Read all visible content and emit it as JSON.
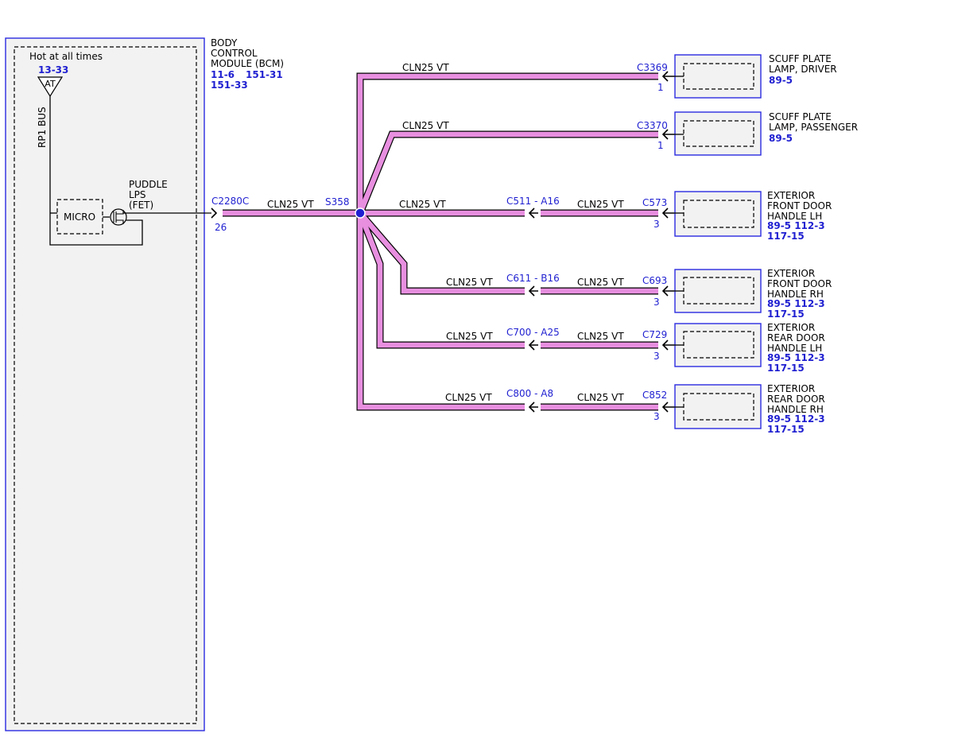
{
  "module": {
    "power_label": "Hot at all times",
    "power_ref": "13-33",
    "at_symbol": "AT",
    "bus_label": "RP1 BUS",
    "micro_label": "MICRO",
    "output_label": [
      "PUDDLE",
      "LPS",
      "(FET)"
    ],
    "name": [
      "BODY",
      "CONTROL",
      "MODULE (BCM)"
    ],
    "refs": [
      "11-6",
      "151-31",
      "151-33"
    ],
    "connector": "C2280C",
    "pin": "26"
  },
  "splice": {
    "name": "S358",
    "wire": "CLN25  VT"
  },
  "branches": [
    {
      "wire_left": "CLN25  VT",
      "inline_connector": "",
      "wire_right": "",
      "end_connector": "C3369",
      "pin": "1",
      "component": [
        "SCUFF PLATE",
        "LAMP, DRIVER"
      ],
      "refs": [
        "89-5"
      ]
    },
    {
      "wire_left": "CLN25  VT",
      "inline_connector": "",
      "wire_right": "",
      "end_connector": "C3370",
      "pin": "1",
      "component": [
        "SCUFF PLATE",
        "LAMP, PASSENGER"
      ],
      "refs": [
        "89-5"
      ]
    },
    {
      "wire_left": "CLN25  VT",
      "inline_connector": "C511 - A16",
      "wire_right": "CLN25  VT",
      "end_connector": "C573",
      "pin": "3",
      "component": [
        "EXTERIOR",
        "FRONT DOOR",
        "HANDLE LH"
      ],
      "refs": [
        "89-5  112-3",
        "117-15"
      ]
    },
    {
      "wire_left": "CLN25  VT",
      "inline_connector": "C611 - B16",
      "wire_right": "CLN25  VT",
      "end_connector": "C693",
      "pin": "3",
      "component": [
        "EXTERIOR",
        "FRONT DOOR",
        "HANDLE RH"
      ],
      "refs": [
        "89-5  112-3",
        "117-15"
      ]
    },
    {
      "wire_left": "CLN25  VT",
      "inline_connector": "C700 - A25",
      "wire_right": "CLN25  VT",
      "end_connector": "C729",
      "pin": "3",
      "component": [
        "EXTERIOR",
        "REAR DOOR",
        "HANDLE LH"
      ],
      "refs": [
        "89-5  112-3",
        "117-15"
      ]
    },
    {
      "wire_left": "CLN25  VT",
      "inline_connector": "C800 - A8",
      "wire_right": "CLN25  VT",
      "end_connector": "C852",
      "pin": "3",
      "component": [
        "EXTERIOR",
        "REAR DOOR",
        "HANDLE RH"
      ],
      "refs": [
        "89-5  112-3",
        "117-15"
      ]
    }
  ],
  "colors": {
    "wire_fill": "#e88fe0",
    "wire_edge": "#000000",
    "label_blue": "#1f1fd1",
    "box_outline": "#2a2ae0",
    "box_fill": "#f2f2f2",
    "splice_dot": "#1f1fd1"
  }
}
